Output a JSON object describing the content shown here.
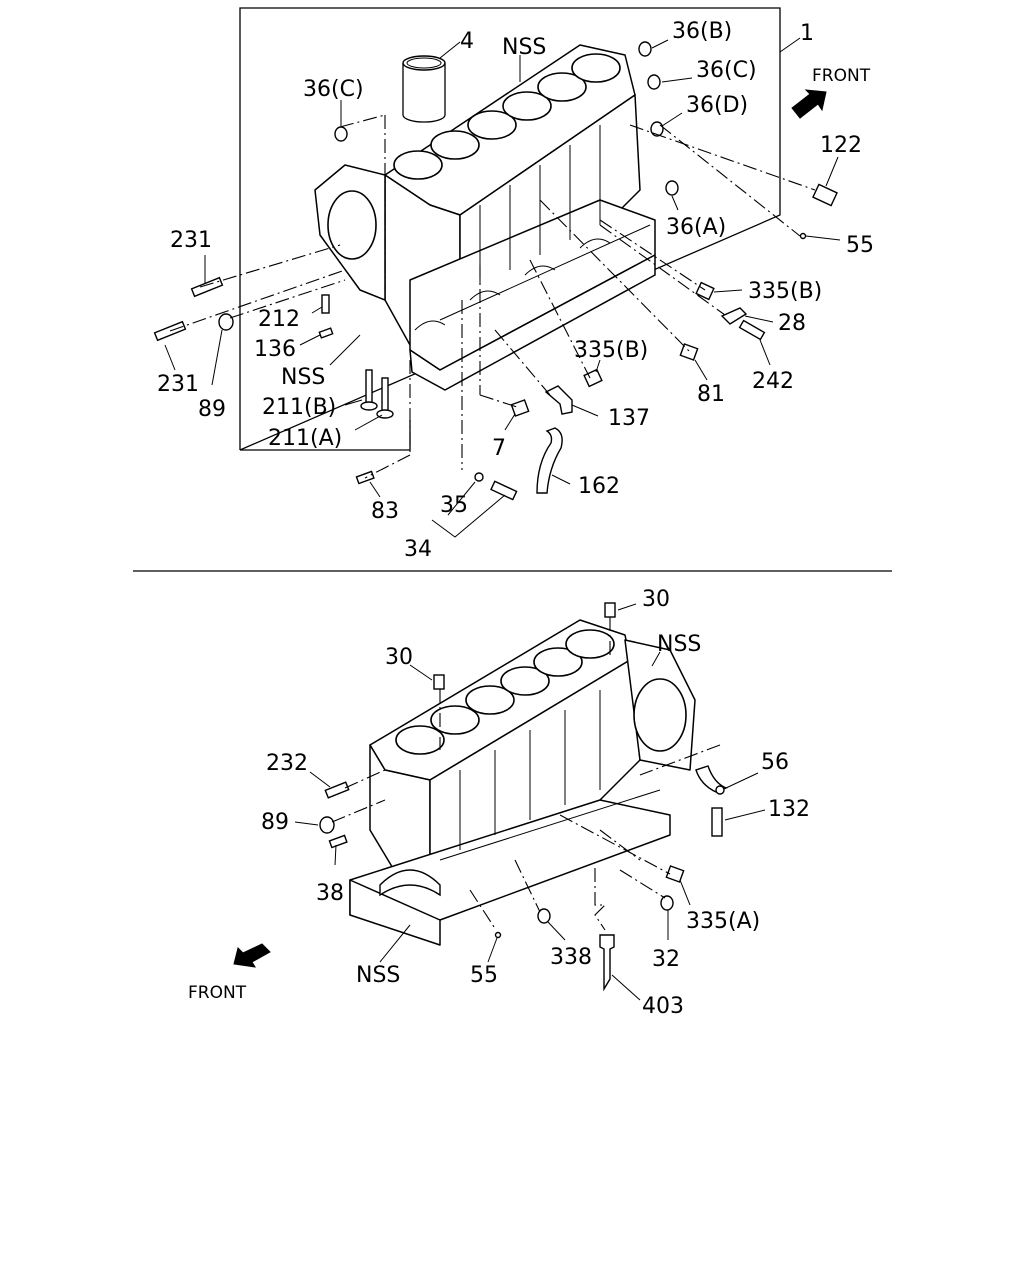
{
  "labels": {
    "l1": "1",
    "l4": "4",
    "nss_top": "NSS",
    "l36b": "36(B)",
    "l36c_right": "36(C)",
    "l36d": "36(D)",
    "l36c_left": "36(C)",
    "front_top": "FRONT",
    "l122": "122",
    "l36a": "36(A)",
    "l55_top": "55",
    "l231_upper": "231",
    "l231_lower": "231",
    "l212": "212",
    "l136": "136",
    "nss_mid": "NSS",
    "l89_top": "89",
    "l211b": "211(B)",
    "l211a": "211(A)",
    "l335b_right": "335(B)",
    "l28": "28",
    "l335b_mid": "335(B)",
    "l81": "81",
    "l242": "242",
    "l137": "137",
    "l7": "7",
    "l162": "162",
    "l83": "83",
    "l35": "35",
    "l34": "34",
    "l30_right": "30",
    "l30_left": "30",
    "nss_bottom_right": "NSS",
    "l232": "232",
    "l56": "56",
    "l89_bottom": "89",
    "l132": "132",
    "l38": "38",
    "l335a": "335(A)",
    "l32": "32",
    "l338": "338",
    "nss_bottom_left": "NSS",
    "l55_bottom": "55",
    "l403": "403",
    "front_bottom": "FRONT"
  },
  "icons": [
    "front-arrow-icon",
    "front-arrow-icon"
  ]
}
